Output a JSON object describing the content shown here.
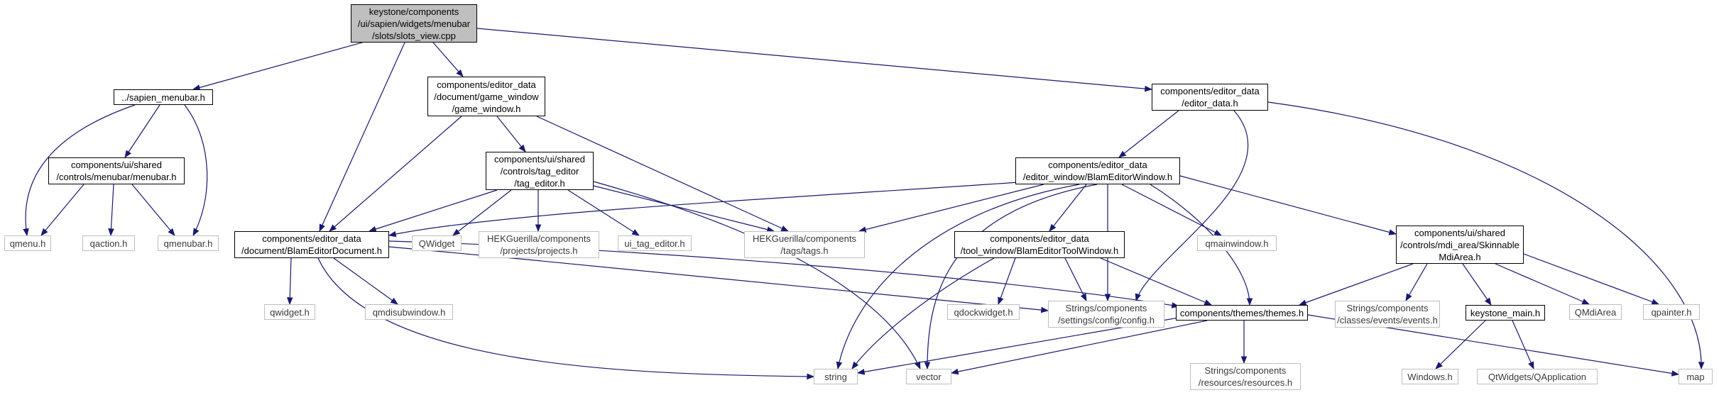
{
  "title": "keystone/components/ui/sapien/widgets/menubar/slots/slots_view.cpp",
  "colors": {
    "edge": "#191970",
    "root_fill": "#bfbfbf",
    "external_border": "#bfbfbf"
  },
  "nodes": {
    "root": [
      "keystone/components",
      "/ui/sapien/widgets/menubar",
      "/slots/slots_view.cpp"
    ],
    "sapien_menubar": [
      "../sapien_menubar.h"
    ],
    "menubar": [
      "components/ui/shared",
      "/controls/menubar/menubar.h"
    ],
    "qmenu": [
      "qmenu.h"
    ],
    "qaction": [
      "qaction.h"
    ],
    "qmenubar": [
      "qmenubar.h"
    ],
    "game_window": [
      "components/editor_data",
      "/document/game_window",
      "/game_window.h"
    ],
    "tag_editor": [
      "components/ui/shared",
      "/controls/tag_editor",
      "/tag_editor.h"
    ],
    "blam_doc": [
      "components/editor_data",
      "/document/BlamEditorDocument.h"
    ],
    "qwidget_cap": [
      "QWidget"
    ],
    "hek_projects": [
      "HEKGuerilla/components",
      "/projects/projects.h"
    ],
    "ui_tag_editor": [
      "ui_tag_editor.h"
    ],
    "hek_tags": [
      "HEKGuerilla/components",
      "/tags/tags.h"
    ],
    "qwidget_h": [
      "qwidget.h"
    ],
    "qmdisubwindow": [
      "qmdisubwindow.h"
    ],
    "editor_data": [
      "components/editor_data",
      "/editor_data.h"
    ],
    "blam_window": [
      "components/editor_data",
      "/editor_window/BlamEditorWindow.h"
    ],
    "tool_window": [
      "components/editor_data",
      "/tool_window/BlamEditorToolWindow.h"
    ],
    "qmainwindow": [
      "qmainwindow.h"
    ],
    "mdi_area": [
      "components/ui/shared",
      "/controls/mdi_area/Skinnable",
      "MdiArea.h"
    ],
    "config": [
      "Strings/components",
      "/settings/config/config.h"
    ],
    "qdockwidget": [
      "qdockwidget.h"
    ],
    "themes": [
      "components/themes/themes.h"
    ],
    "events": [
      "Strings/components",
      "/classes/events/events.h"
    ],
    "keystone_main": [
      "keystone_main.h"
    ],
    "qmdiarea": [
      "QMdiArea"
    ],
    "qpainter": [
      "qpainter.h"
    ],
    "string": [
      "string"
    ],
    "vector": [
      "vector"
    ],
    "resources": [
      "Strings/components",
      "/resources/resources.h"
    ],
    "windows": [
      "Windows.h"
    ],
    "qapplication": [
      "QtWidgets/QApplication"
    ],
    "map": [
      "map"
    ]
  }
}
